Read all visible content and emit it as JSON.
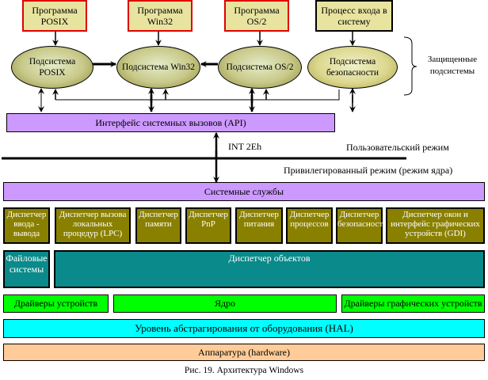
{
  "programs": [
    {
      "id": "posix",
      "label": "Программа POSIX"
    },
    {
      "id": "win32",
      "label": "Программа Win32"
    },
    {
      "id": "os2",
      "label": "Программа OS/2"
    },
    {
      "id": "logon",
      "label": "Процесс входа в систему"
    }
  ],
  "subsystems": [
    {
      "id": "posix",
      "label": "Подсистема POSIX"
    },
    {
      "id": "win32",
      "label": "Подсистема Win32"
    },
    {
      "id": "os2",
      "label": "Подсистема OS/2"
    },
    {
      "id": "security",
      "label": "Подсистема безопасности"
    }
  ],
  "protected_subsystems_label": "Защищенные подсистемы",
  "api_label": "Интерфейс системных вызовов (API)",
  "int_label": "INT 2Eh",
  "user_mode_label": "Пользовательский режим",
  "kernel_mode_label": "Привилегированный режим (режим ядра)",
  "system_services_label": "Системные службы",
  "managers": [
    "Диспетчер ввода - вывода",
    "Диспетчер вызова локальных процедур (LPC)",
    "Диспетчер памяти",
    "Диспетчер PnP",
    "Диспетчер питания",
    "Диспетчер процессов",
    "Диспетчер безопасности",
    "Диспетчер окон и интерфейс графических устройств (GDI)"
  ],
  "file_systems_label": "Файловые системы",
  "object_manager_label": "Диспетчер объектов",
  "device_drivers_label": "Драйверы устройств",
  "kernel_label": "Ядро",
  "graphics_drivers_label": "Драйверы графических устройств",
  "hal_label": "Уровень абстрагирования от оборудования (HAL)",
  "hardware_label": "Аппаратура (hardware)",
  "caption": "Рис. 19. Архитектура Windows"
}
